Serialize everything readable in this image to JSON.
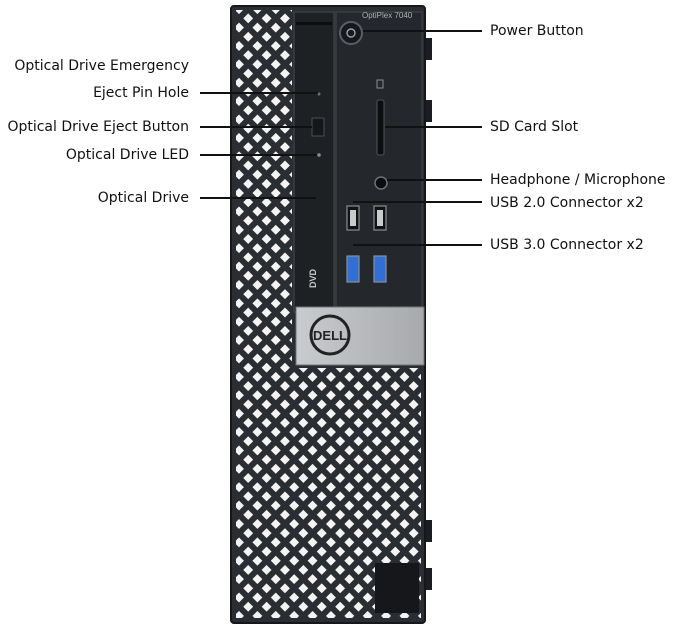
{
  "device": {
    "model_label": "OptiPlex 7040",
    "brand_logo": "DELL",
    "dvd_logo": "DVD",
    "colors": {
      "chassis": "#2a2d32",
      "chassis_dark": "#15171a",
      "mesh_hole": "#ffffff",
      "bezel": "#24272b",
      "logo_panel": "#b8babd",
      "usb3_port": "#2f6fd6",
      "leader_line": "#111111"
    }
  },
  "callouts": {
    "left": [
      {
        "line1": "Optical Drive Emergency",
        "line2": "Eject Pin Hole"
      },
      {
        "label": "Optical Drive Eject Button"
      },
      {
        "label": "Optical Drive LED"
      },
      {
        "label": "Optical Drive"
      }
    ],
    "right": [
      {
        "label": "Power Button"
      },
      {
        "label": "SD Card Slot"
      },
      {
        "label": "Headphone / Microphone"
      },
      {
        "label": "USB 2.0 Connector x2"
      },
      {
        "label": "USB 3.0 Connector x2"
      }
    ]
  }
}
